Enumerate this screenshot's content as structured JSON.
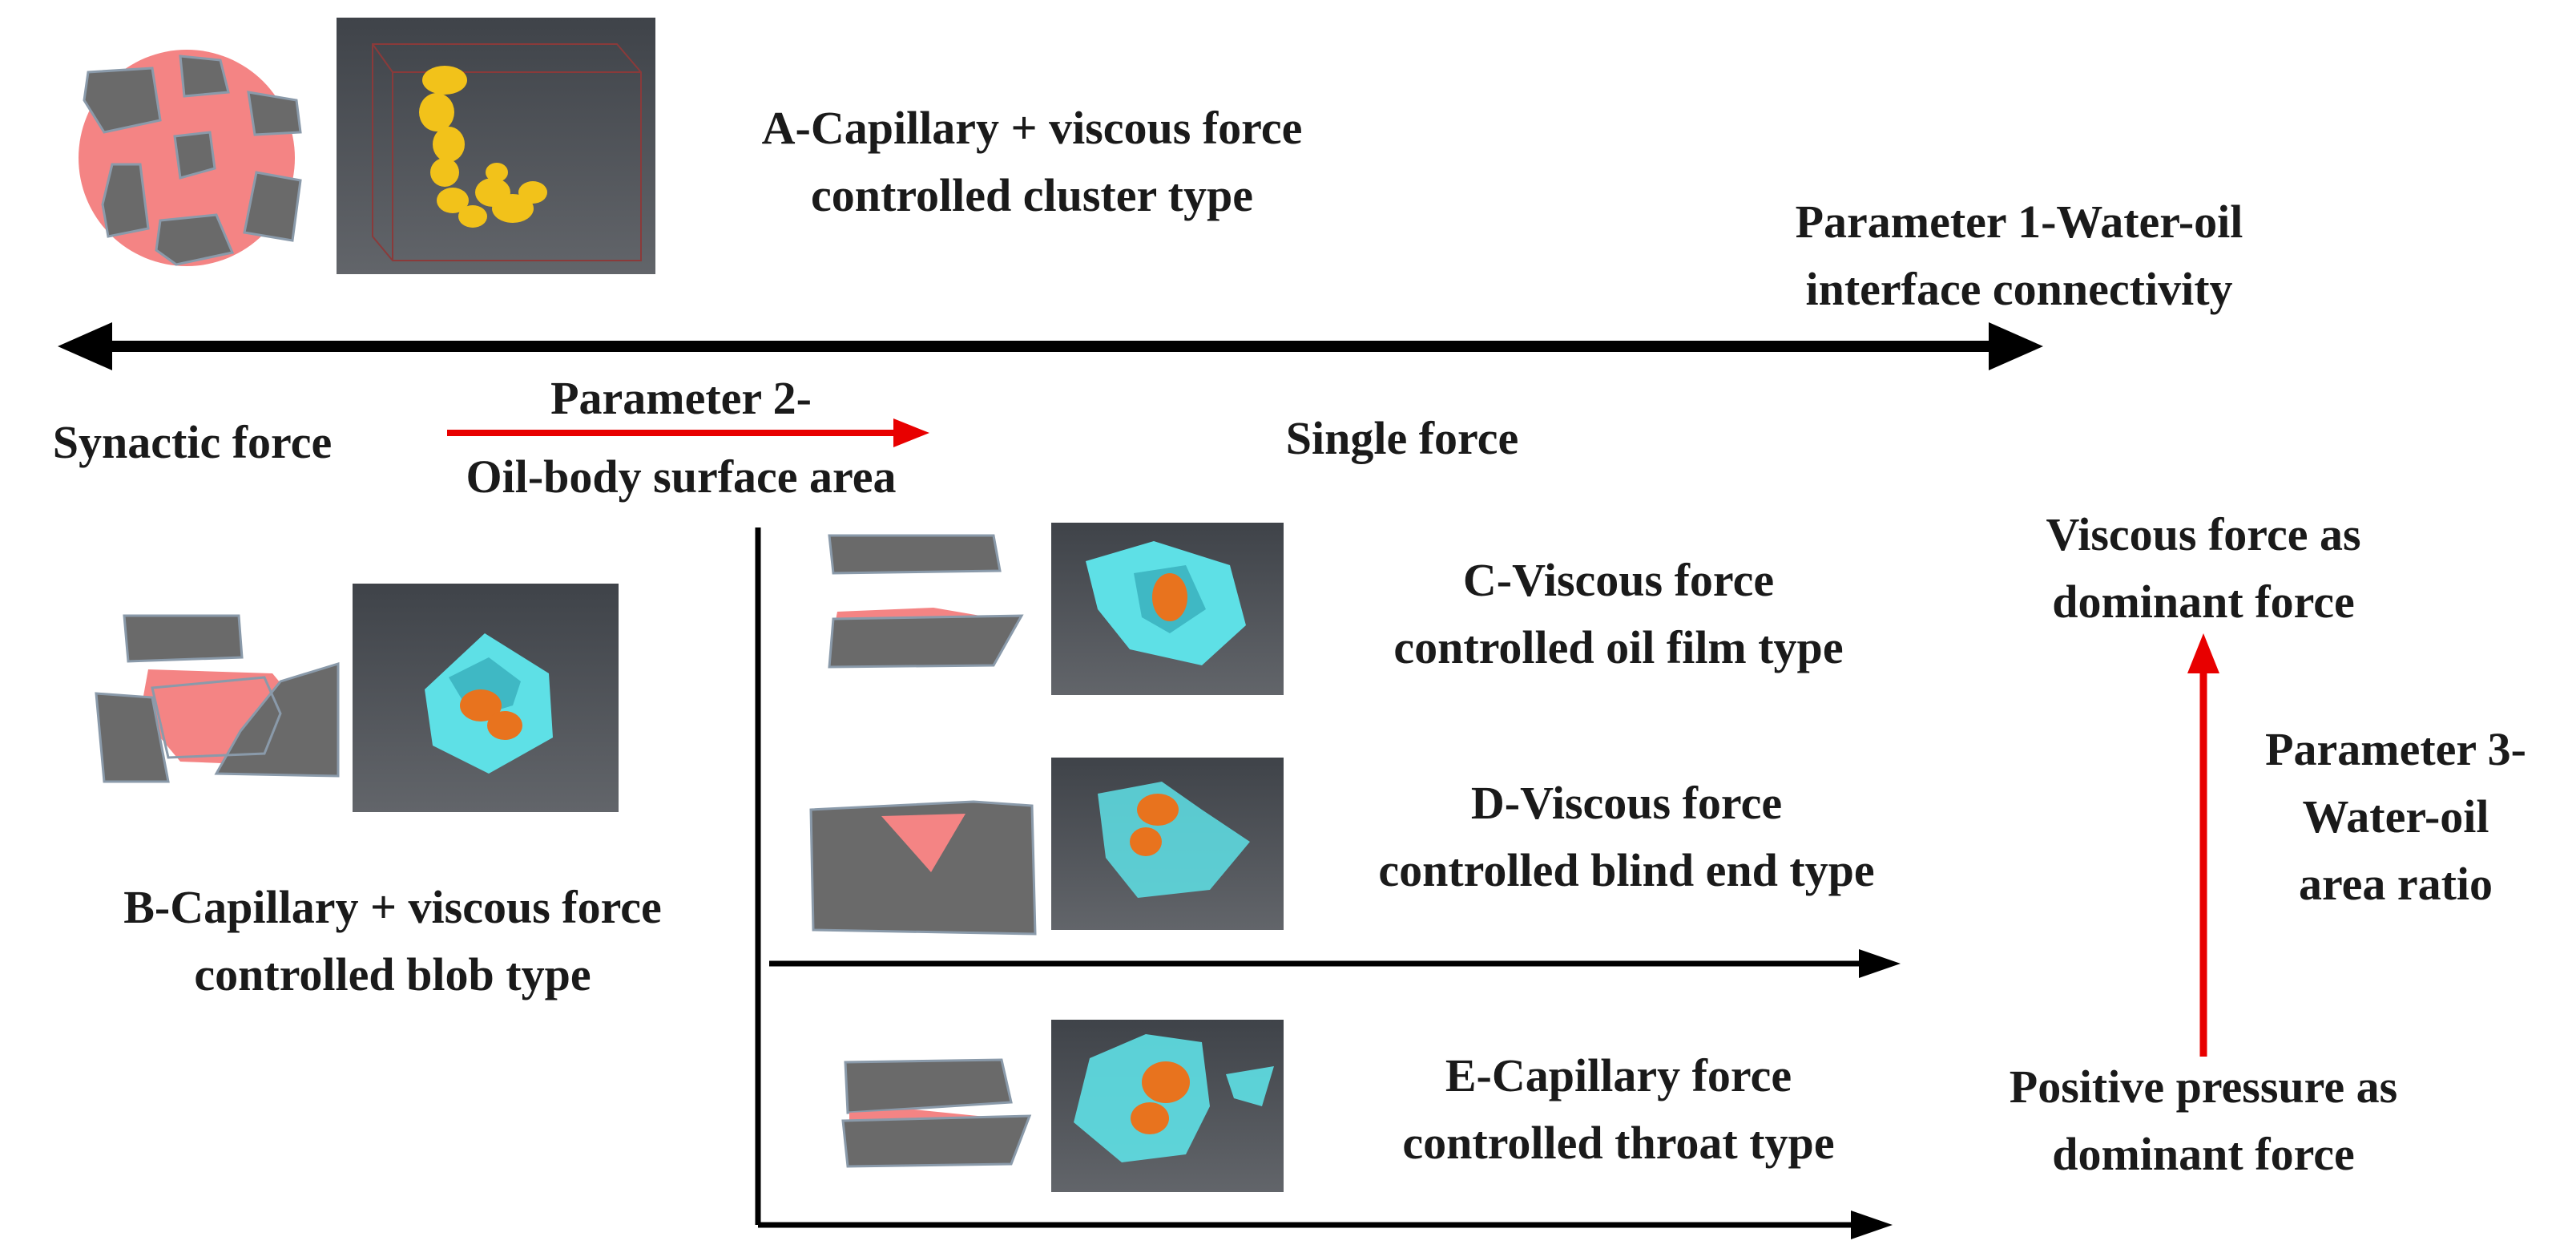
{
  "top_axis": {
    "left_label": "Synactic force",
    "right_label": "Single force",
    "parameter1": [
      "Parameter 1-Water-oil",
      "interface connectivity"
    ],
    "parameter2": [
      "Parameter 2-",
      "Oil-body surface area"
    ]
  },
  "types": {
    "A": [
      "A-Capillary + viscous force",
      "controlled cluster type"
    ],
    "B": [
      "B-Capillary + viscous force",
      "controlled blob type"
    ],
    "C": [
      "C-Viscous force",
      "controlled oil film type"
    ],
    "D": [
      "D-Viscous force",
      "controlled blind end type"
    ],
    "E": [
      "E-Capillary force",
      "controlled throat type"
    ]
  },
  "vertical_axis": {
    "top_label": [
      "Viscous force as",
      "dominant force"
    ],
    "bottom_label": [
      "Positive pressure as",
      "dominant force"
    ],
    "parameter3": [
      "Parameter 3-",
      "Water-oil",
      "area ratio"
    ]
  },
  "colors": {
    "rock": "#6a6a6a",
    "rock_edge": "#8a9aaa",
    "oil": "#f48484",
    "render_bg": "#56595e",
    "cyan": "#5ee0e6",
    "orange": "#e8731e",
    "yellow": "#f2c21a",
    "arrow_red": "#e80000",
    "arrow_black": "#000000"
  }
}
